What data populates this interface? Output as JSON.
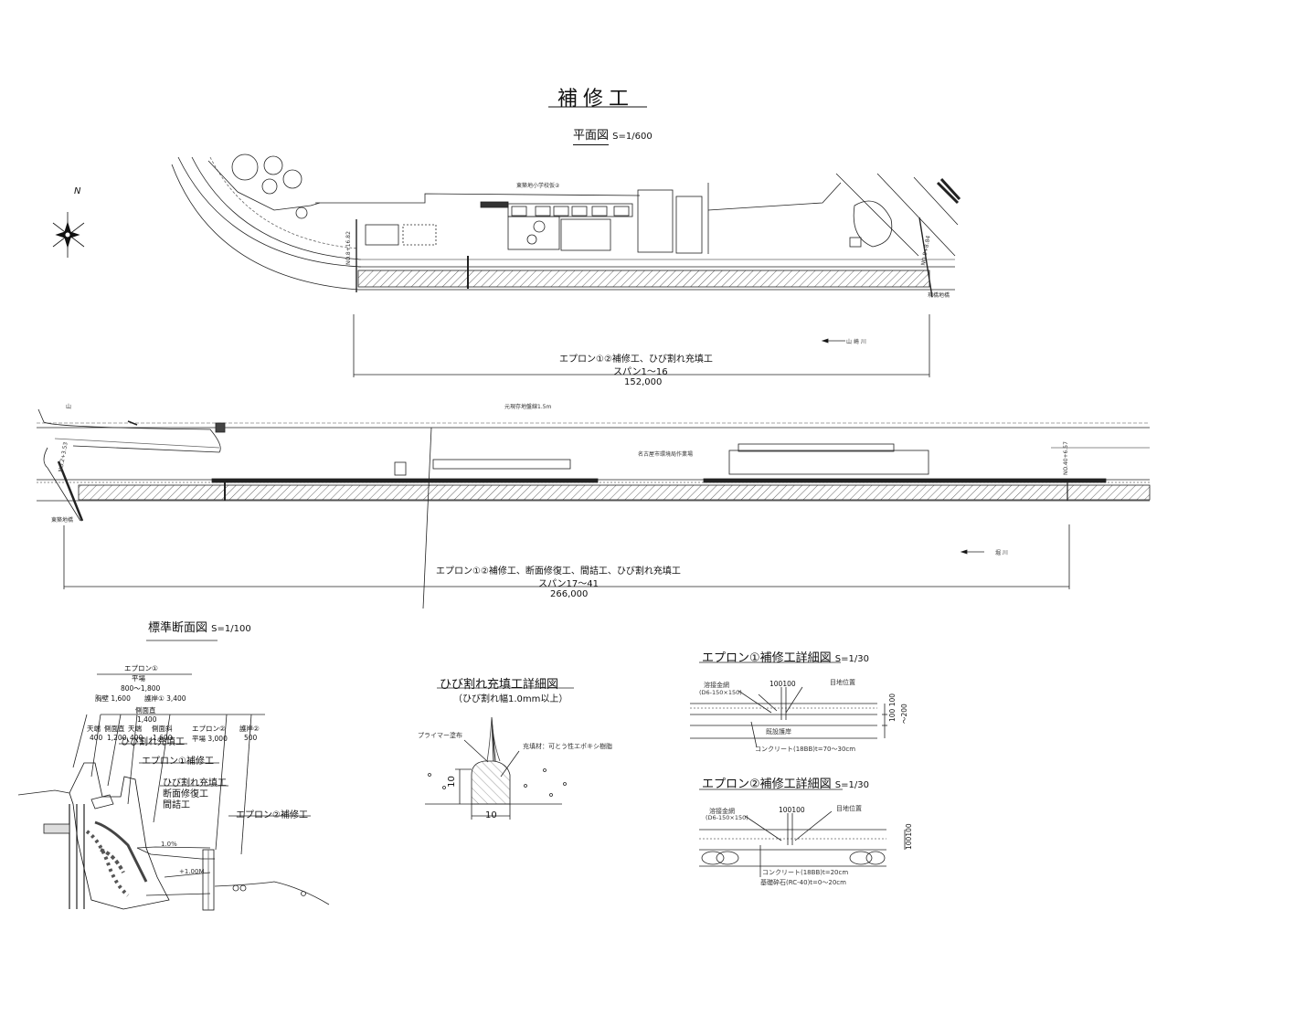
{
  "sheet_title": "補修工",
  "plan": {
    "title": "平面図",
    "scale": "S=1/600",
    "north": "N",
    "upper": {
      "school_label": "東築地小学校仮②",
      "station_left": "NO.8+16.82",
      "station_right": "NO.8+8.84",
      "bridge_label": "現橋地橋",
      "flow_label": "山 崎 川",
      "work_label": "エプロン①②補修工、ひび割れ充填工",
      "span_label": "スパン1～16",
      "length_label": "152,000"
    },
    "lower": {
      "top_label": "元現存地盤線1.5m",
      "mid_label": "名古屋市環境局作業場",
      "station_left": "NO.2+3.53",
      "station_right": "NO.40+6.57",
      "bridge_label": "東築地橋",
      "mark_label": "山",
      "flow_label": "堀 川",
      "work_label": "エプロン①②補修工、断面修復工、間詰工、ひび割れ充填工",
      "span_label": "スパン17～41",
      "length_label": "266,000"
    }
  },
  "section": {
    "title": "標準断面図",
    "scale": "S=1/100",
    "dims": {
      "apron1": "エプロン①",
      "apron1_flat": "平場",
      "apron1_range": "800～1,800",
      "parapet": "胸壁 1,600",
      "revetment1": "護岸① 3,400",
      "side_top_a": "側面直",
      "side_top_b": "1,400",
      "top_end_a": "天端",
      "top_end_a_val": "400",
      "side_face": "側面直",
      "side_face_val": "1,200",
      "top_end_b": "天端",
      "top_end_b_val": "400",
      "side_slope": "側面斜",
      "side_slope_val": "1,600",
      "apron2": "エプロン②",
      "apron2_flat": "平場 3,000",
      "revetment2": "護岸②",
      "revetment2_val": "500"
    },
    "callouts": [
      "ひび割れ充填工",
      "エプロン①補修工",
      "ひび割れ充填工",
      "断面修復工",
      "間詰工",
      "エプロン②補修工"
    ],
    "slope": "1.0%",
    "level": "+1.00M"
  },
  "crack": {
    "title": "ひび割れ充填工詳細図",
    "subtitle": "（ひび割れ幅1.0mm以上）",
    "primer": "プライマー塗布",
    "filler": "充填材：可とう性エポキシ樹脂",
    "height": "10",
    "width": "10"
  },
  "apron1_detail": {
    "title": "エプロン①補修工詳細図",
    "scale": "S=1/30",
    "mesh": "溶接金網",
    "mesh_spec": "(D6-150×150)",
    "dims": "100100",
    "joint": "目地位置",
    "existing": "既設護岸",
    "concrete": "コンクリート(18BB)t=70～30cm",
    "right_dim": "100 100",
    "right_dim2": "～200"
  },
  "apron2_detail": {
    "title": "エプロン②補修工詳細図",
    "scale": "S=1/30",
    "mesh": "溶接金網",
    "mesh_spec": "(D6-150×150)",
    "dims": "100100",
    "joint": "目地位置",
    "concrete": "コンクリート(18BB)t=20cm",
    "base": "基礎砕石(RC-40)t=0～20cm",
    "right_dim": "100100"
  }
}
